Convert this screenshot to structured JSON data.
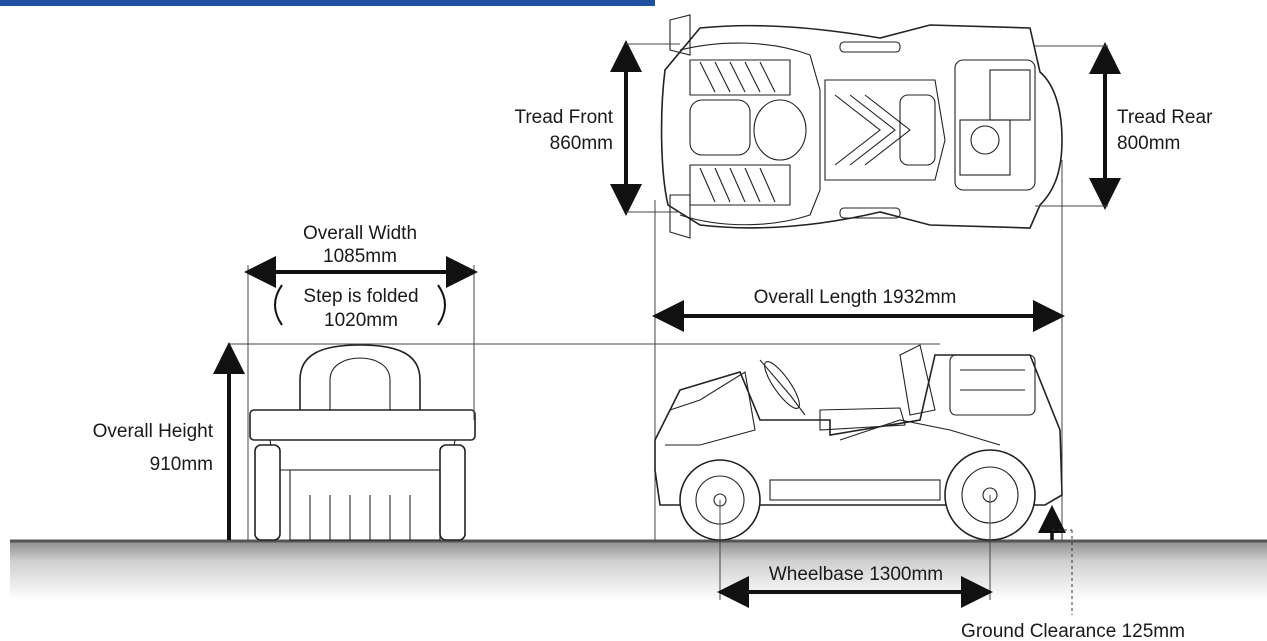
{
  "tread_front": {
    "label": "Tread Front",
    "value": "860mm"
  },
  "tread_rear": {
    "label": "Tread Rear",
    "value": "800mm"
  },
  "overall_width": {
    "label": "Overall Width",
    "value": "1085mm"
  },
  "step_folded": {
    "label": "Step is folded",
    "value": "1020mm"
  },
  "overall_length": {
    "text": "Overall Length 1932mm"
  },
  "overall_height": {
    "label": "Overall Height",
    "value": "910mm"
  },
  "wheelbase": {
    "text": "Wheelbase 1300mm"
  },
  "ground_clearance": {
    "text": "Ground Clearance 125mm"
  },
  "colors": {
    "header_bar": "#1e4fa0",
    "ground": "#9a9a9a",
    "lines": "#111111"
  }
}
